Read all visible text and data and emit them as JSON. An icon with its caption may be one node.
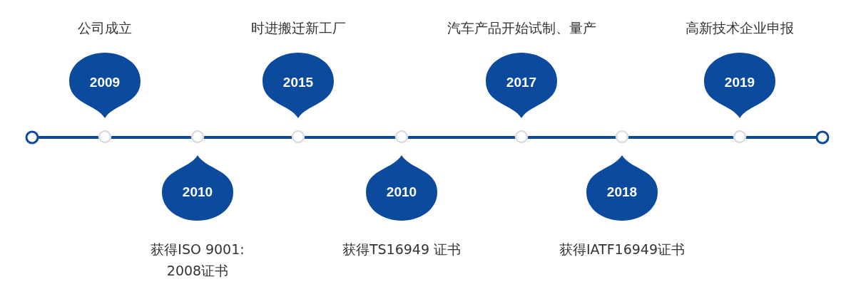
{
  "diagram": {
    "nodes": [
      {
        "text": [
          "2009"
        ],
        "beside": [
          "公司成立"
        ]
      },
      {
        "text": [
          "2010"
        ],
        "beside": [
          "获得ISO 9001: 2008证书"
        ]
      },
      {
        "text": [
          "2015"
        ],
        "beside": [
          "时进搬迁新工厂"
        ]
      },
      {
        "text": [
          "2010"
        ],
        "beside": [
          "获得TS16949 证书"
        ]
      },
      {
        "text": [
          "2017"
        ],
        "beside": [
          "汽车产品开始试制、量产"
        ]
      },
      {
        "text": [
          "2018"
        ],
        "beside": [
          "获得IATF16949证书"
        ]
      },
      {
        "text": [
          "2019"
        ],
        "beside": [
          "高新技术企业申报"
        ]
      }
    ]
  }
}
